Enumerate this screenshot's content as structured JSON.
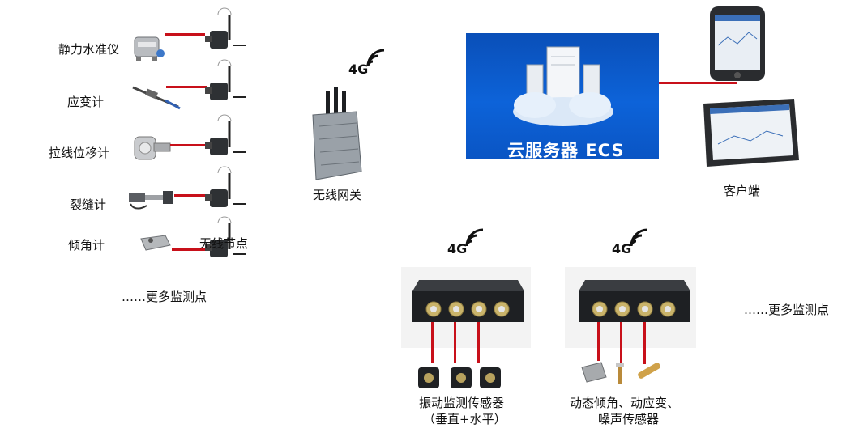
{
  "sensors": {
    "items": [
      {
        "label": "静力水准仪"
      },
      {
        "label": "应变计"
      },
      {
        "label": "拉线位移计"
      },
      {
        "label": "裂缝计"
      },
      {
        "label": "倾角计"
      }
    ],
    "wireless_node_label": "无线节点",
    "more_label": "……更多监测点"
  },
  "gateway": {
    "label": "无线网关",
    "network": "4G"
  },
  "cloud": {
    "label": "云服务器 ECS"
  },
  "client": {
    "label": "客户端"
  },
  "converters": [
    {
      "network": "4G",
      "label_line1": "振动监测传感器",
      "label_line2": "（垂直+水平）"
    },
    {
      "network": "4G",
      "label_line1": "动态倾角、动应变、",
      "label_line2": "噪声传感器"
    }
  ],
  "more_right_label": "……更多监测点",
  "colors": {
    "link": "#c8101a",
    "cloud_panel": "#0d63d9"
  }
}
